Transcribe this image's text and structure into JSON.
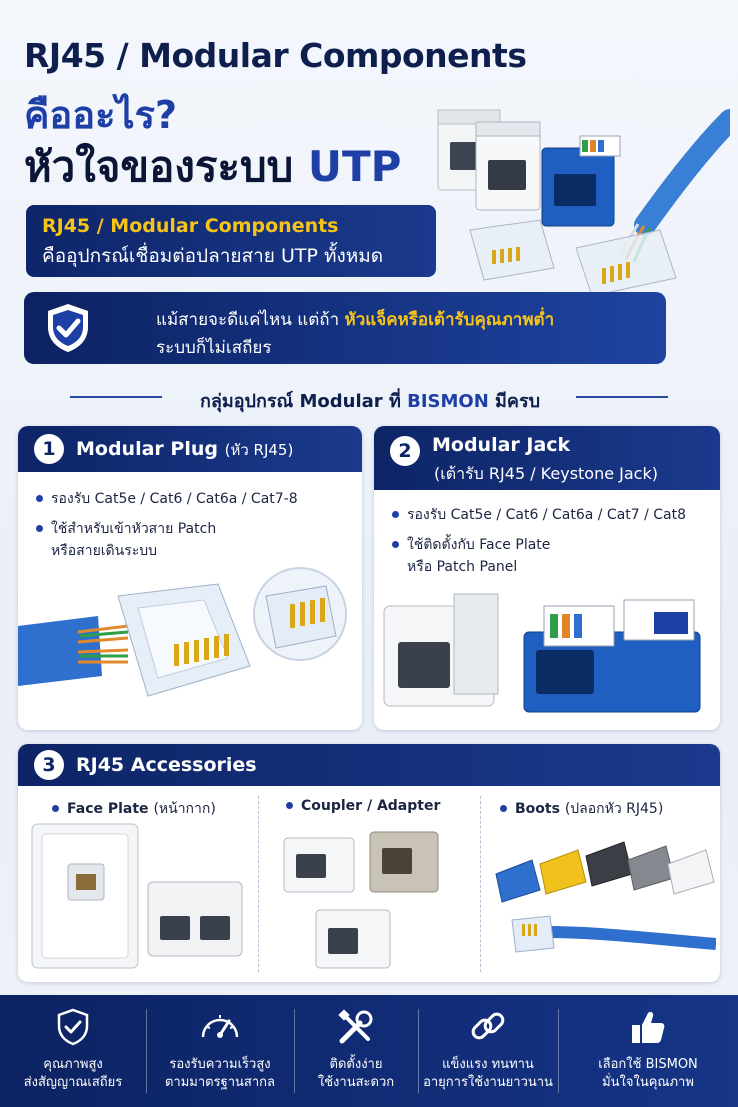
{
  "header": {
    "title_line1": "RJ45 / Modular Components",
    "title_line2": "คืออะไร?",
    "title_line3_prefix": "หัวใจของระบบ ",
    "title_line3_highlight": "UTP"
  },
  "definition": {
    "line1": "RJ45 / Modular Components",
    "line2": "คืออุปกรณ์เชื่อมต่อปลายสาย UTP ทั้งหมด"
  },
  "alert": {
    "line1_prefix": "แม้สายจะดีแค่ไหน แต่ถ้า ",
    "line1_highlight": "หัวแจ็คหรือเต้ารับคุณภาพต่ำ",
    "line2": "ระบบก็ไม่เสถียร"
  },
  "group_heading": {
    "prefix": "กลุ่มอุปกรณ์ Modular ที่ ",
    "brand": "BISMON",
    "suffix": " มีครบ"
  },
  "cards": {
    "plug": {
      "number": "1",
      "title": "Modular Plug",
      "subtitle": "(หัว RJ45)",
      "bullets": [
        "รองรับ Cat5e / Cat6 / Cat6a / Cat7-8",
        "ใช้สำหรับเข้าหัวสาย Patch",
        "หรือสายเดินระบบ"
      ]
    },
    "jack": {
      "number": "2",
      "title": "Modular Jack",
      "subtitle": "(เต้ารับ RJ45 / Keystone Jack)",
      "bullets": [
        "รองรับ Cat5e / Cat6 / Cat6a / Cat7 / Cat8",
        "ใช้ติดตั้งกับ Face Plate",
        "หรือ Patch Panel"
      ]
    },
    "accessories": {
      "number": "3",
      "title": "RJ45 Accessories",
      "items": [
        {
          "name": "Face Plate",
          "note": "(หน้ากาก)"
        },
        {
          "name": "Coupler / Adapter",
          "note": ""
        },
        {
          "name": "Boots",
          "note": "(ปลอกหัว RJ45)"
        }
      ]
    }
  },
  "features": [
    {
      "icon": "shield-check-icon",
      "line1": "คุณภาพสูง",
      "line2": "ส่งสัญญาณเสถียร"
    },
    {
      "icon": "speedometer-icon",
      "line1": "รองรับความเร็วสูง",
      "line2": "ตามมาตรฐานสากล"
    },
    {
      "icon": "tools-icon",
      "line1": "ติดตั้งง่าย",
      "line2": "ใช้งานสะดวก"
    },
    {
      "icon": "chain-link-icon",
      "line1": "แข็งแรง ทนทาน",
      "line2": "อายุการใช้งานยาวนาน"
    },
    {
      "icon": "thumbs-up-icon",
      "line1": "เลือกใช้ BISMON",
      "line2": "มั่นใจในคุณภาพ"
    }
  ],
  "colors": {
    "navy": "#0d2466",
    "brand_blue": "#1d3fa6",
    "highlight_yellow": "#f6c319",
    "cable_blue": "#2f6fce"
  }
}
